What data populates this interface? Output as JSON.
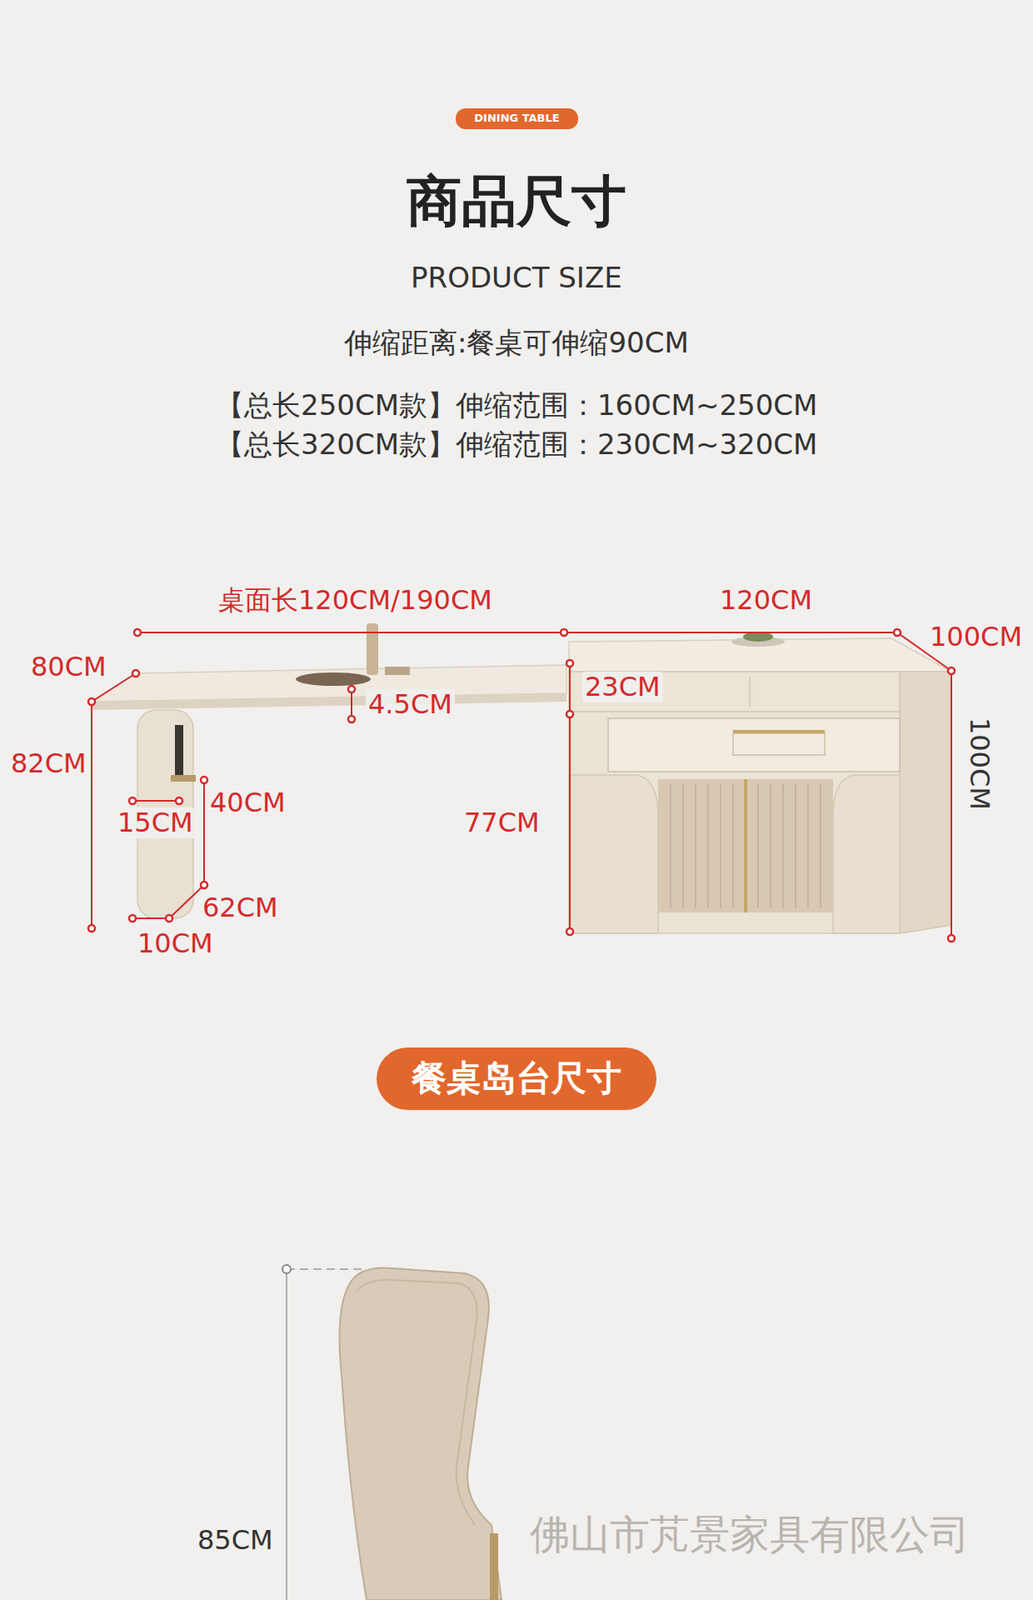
{
  "diagram": {
    "title": "商品尺寸",
    "nodes": [
      {
        "text": [
          "DINING TABLE"
        ]
      },
      {
        "text": [
          "餐桌岛台尺寸"
        ]
      }
    ],
    "labels": [
      "PRODUCT SIZE",
      "伸缩距离:餐桌可伸缩90CM",
      "【总长250CM款】伸缩范围：160CM~250CM",
      "【总长320CM款】伸缩范围：230CM~320CM",
      "桌面长120CM/190CM",
      "120CM",
      "100CM",
      "80CM",
      "23CM",
      "4.5CM",
      "82CM",
      "100CM",
      "40CM",
      "15CM",
      "77CM",
      "62CM",
      "10CM",
      "85CM",
      "佛山市芃景家具有限公司"
    ]
  }
}
